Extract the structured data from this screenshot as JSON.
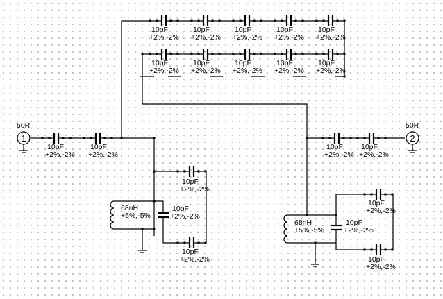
{
  "ports": [
    {
      "id": "p1",
      "number": "1",
      "impedance": "50R"
    },
    {
      "id": "p2",
      "number": "2",
      "impedance": "50R"
    }
  ],
  "capacitors": [
    {
      "id": "cin1",
      "value": "10pF",
      "tolerance": "+2%,-2%"
    },
    {
      "id": "cin2",
      "value": "10pF",
      "tolerance": "+2%,-2%"
    },
    {
      "id": "ctop1",
      "value": "10pF",
      "tolerance": "+2%,-2%"
    },
    {
      "id": "ctop2",
      "value": "10pF",
      "tolerance": "+2%,-2%"
    },
    {
      "id": "ctop3",
      "value": "10pF",
      "tolerance": "+2%,-2%"
    },
    {
      "id": "ctop4",
      "value": "10pF",
      "tolerance": "+2%,-2%"
    },
    {
      "id": "ctop5",
      "value": "10pF",
      "tolerance": "+2%,-2%"
    },
    {
      "id": "cmid1",
      "value": "10pF",
      "tolerance": "+2%,-2%"
    },
    {
      "id": "cmid2",
      "value": "10pF",
      "tolerance": "+2%,-2%"
    },
    {
      "id": "cmid3",
      "value": "10pF",
      "tolerance": "+2%,-2%"
    },
    {
      "id": "cmid4",
      "value": "10pF",
      "tolerance": "+2%,-2%"
    },
    {
      "id": "cmid5",
      "value": "10pF",
      "tolerance": "+2%,-2%"
    },
    {
      "id": "cout1",
      "value": "10pF",
      "tolerance": "+2%,-2%"
    },
    {
      "id": "cout2",
      "value": "10pF",
      "tolerance": "+2%,-2%"
    },
    {
      "id": "cl1",
      "value": "10pF",
      "tolerance": "+2%,-2%"
    },
    {
      "id": "cl2",
      "value": "10pF",
      "tolerance": "+2%,-2%"
    },
    {
      "id": "cl3",
      "value": "10pF",
      "tolerance": "+2%,-2%"
    },
    {
      "id": "cr1",
      "value": "10pF",
      "tolerance": "+2%,-2%"
    },
    {
      "id": "cr2",
      "value": "10pF",
      "tolerance": "+2%,-2%"
    },
    {
      "id": "cr3",
      "value": "10pF",
      "tolerance": "+2%,-2%"
    }
  ],
  "inductors": [
    {
      "id": "l1",
      "value": "68nH",
      "tolerance": "+5%,-5%"
    },
    {
      "id": "l2",
      "value": "68nH",
      "tolerance": "+5%,-5%"
    }
  ]
}
